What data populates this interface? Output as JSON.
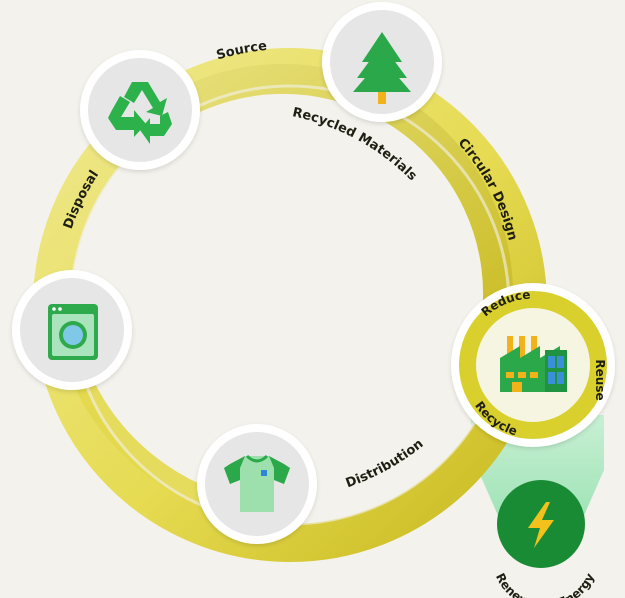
{
  "diagram": {
    "loop_labels": {
      "source": "Source",
      "recycled_materials": "Recycled Materials",
      "circular_design": "Circular Design",
      "disposal": "Disposal",
      "distribution": "Distribution"
    },
    "hub_labels": {
      "reduce": "Reduce",
      "reuse": "Reuse",
      "recycle": "Recycle"
    },
    "energy_label": "Renewable Energy",
    "nodes": [
      {
        "id": "recycle",
        "icon": "recycle-icon"
      },
      {
        "id": "source",
        "icon": "pine-tree-icon"
      },
      {
        "id": "use",
        "icon": "washing-machine-icon"
      },
      {
        "id": "product",
        "icon": "t-shirt-icon"
      },
      {
        "id": "production",
        "icon": "factory-icon"
      },
      {
        "id": "energy",
        "icon": "lightning-bolt-icon"
      }
    ],
    "colors": {
      "background": "#f3f2ec",
      "ring_light": "#ebe27a",
      "ring_mid": "#e0d545",
      "ring_dark": "#c8b91f",
      "node_fill": "#e6e6e6",
      "energy_beam": "#a8e5be",
      "energy_circle": "#1a8b35",
      "accent_green": "#2db14b"
    }
  }
}
